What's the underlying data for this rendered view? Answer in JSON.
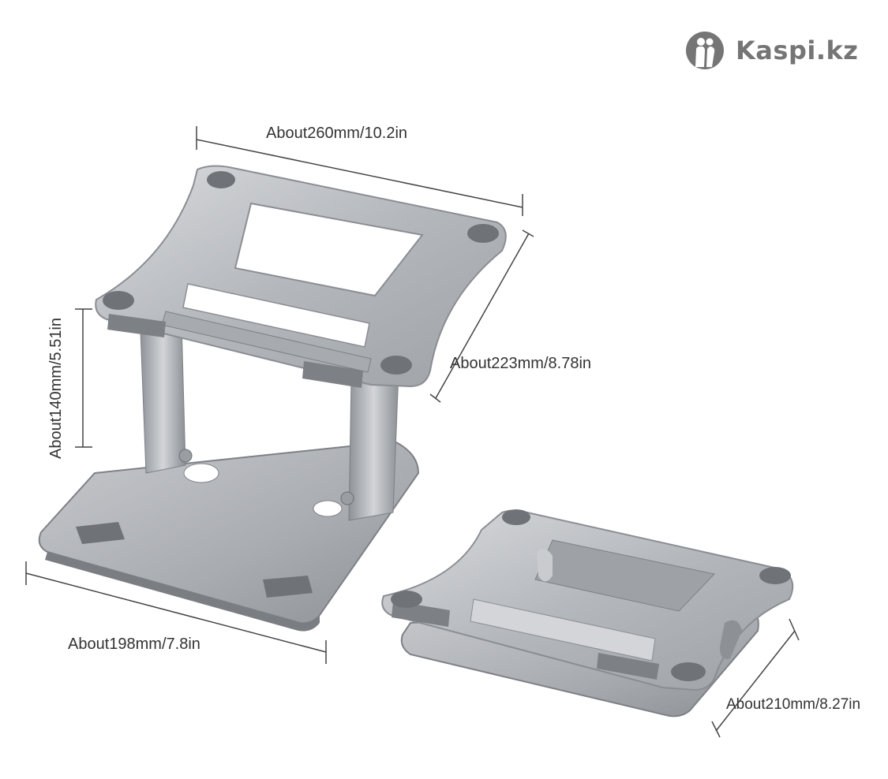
{
  "brand": {
    "name": "Kaspi.kz",
    "icon": "kaspi-logo-icon",
    "color": "#757575"
  },
  "product": {
    "material_color": "#b9bcc0",
    "pad_color": "#6f7378"
  },
  "dimensions": {
    "width_top": "About260mm/10.2in",
    "depth_top": "About223mm/8.78in",
    "height": "About140mm/5.51in",
    "base_width": "About198mm/7.8in",
    "folded_depth": "About210mm/8.27in"
  }
}
